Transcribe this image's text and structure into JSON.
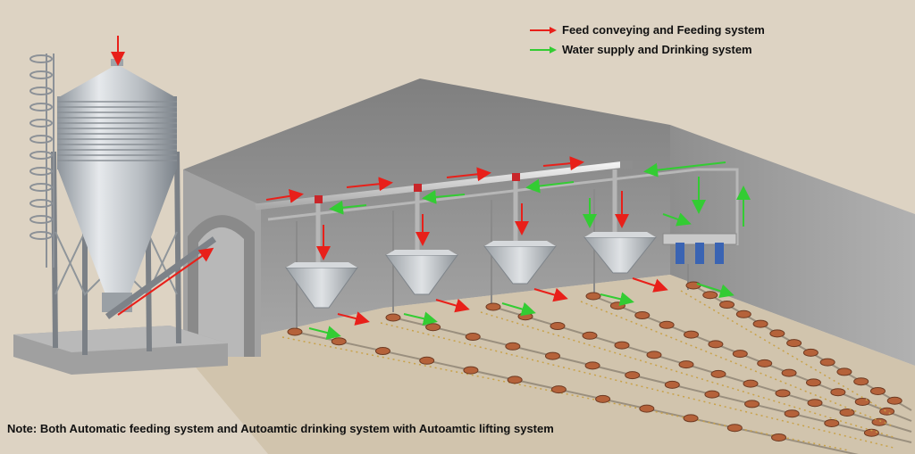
{
  "legend": {
    "feed": {
      "label": "Feed conveying and Feeding system",
      "color": "#e8201a"
    },
    "water": {
      "label": "Water supply and Drinking system",
      "color": "#33cc33"
    }
  },
  "note": "Note: Both Automatic feeding system and Autoamtic drinking system with Autoamtic lifting system",
  "colors": {
    "background": "#ddd3c3",
    "wall": "#9a9a9a",
    "floor": "#c9bba6",
    "silo": "#c4c8cc",
    "feeder_pan": "#b5623a"
  }
}
